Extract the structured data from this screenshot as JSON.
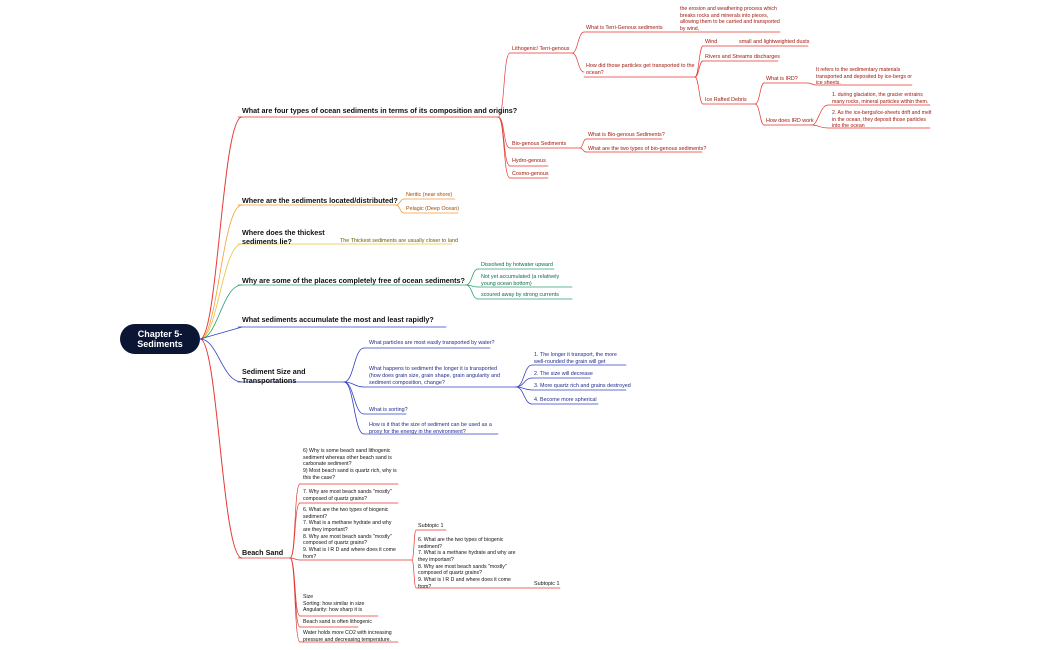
{
  "root": "Chapter 5-\nSediments",
  "colors": {
    "red": "#e53935",
    "orange": "#f29b38",
    "yellow": "#e8c53a",
    "green": "#2ca36f",
    "blue": "#3342c2",
    "root": "#0a1633"
  },
  "b1": {
    "title": "What are four types of ocean sediments in terms of its composition and origins?",
    "lith": "Lithogenic/ Terri-genous",
    "q_terri": "What is Terri-Genous sediments",
    "a_terri": "the erosion and weathering process which breaks rocks and minerals into pieces, allowing them to be carried and transported by wind,",
    "q_transport": "How did those particles get transported to the ocean?",
    "wind": "Wind",
    "wind_detail": "small and lightweighted dusts",
    "rivers": "Rivers and Streams discharges",
    "ice": "Ice Rafted Debris",
    "q_ird": "What is IRD?",
    "a_ird": "It refers to the sedimentary materials transported and deposited by ice-bergs or ice sheets.",
    "q_ird_work": "How does IRD work",
    "ird1": "1. during glaciation, the gracier entrains many rocks, mineral particles within them.",
    "ird2": "2. As the ice-bergs/ice-sheets drift and melt in the ocean, they deposit those particles into the ocean",
    "bio": "Bio-genous Sediments",
    "q_bio": "What is Bio-genous Sediments?",
    "q_bio_types": "What are the two types of bio-genous sediments?",
    "hydro": "Hydro-genous",
    "cosmo": "Cosmo-genous"
  },
  "b2": {
    "title": "Where are the sediments located/distributed?",
    "neritic": "Neritic (near shore)",
    "pelagic": "Pelagic (Deep Ocean)"
  },
  "b3": {
    "title": "Where does the thickest\nsediments lie?",
    "answer": "The Thickest sediments are usually closer to land"
  },
  "b4": {
    "title": "Why are some of the places completely free of ocean sediments?",
    "a1": "Dissolved by hotwater upward",
    "a2": "Not yet accumulated (a relatively young ocean bottom)",
    "a3": "scoured away by strong currents"
  },
  "b5": {
    "title": "What sediments accumulate the most and least rapidly?"
  },
  "b6": {
    "title": "Sediment Size and\nTransportations",
    "q1": "What particles are most easily transported by water?",
    "q2": "What happens to sediment the longer it is transported (how does grain size, grain shape, grain angularity and sediment composition, change?",
    "a1": "1. The longer it transport, the more well-rounded the grain will get",
    "a2": "2. The size will decrease",
    "a3": "3. More quartz rich and grains destroyed",
    "a4": "4. Become more spherical",
    "q3": "What is sorting?",
    "q4": "How is it that the size of sediment can be used as a proxy for the energy in the environment?"
  },
  "b7": {
    "title": "Beach Sand",
    "n1": "6)     Why is some beach sand lithogenic sediment whereas other beach sand is carbonate sediment?\n9)     Most beach sand is quartz rich, why is this the case?",
    "n2": "7.     Why are most beach sands \"mostly\" composed of quartz grains?",
    "n3": "6.     What are the two types of biogenic sediment?\n7.     What is a methane hydrate and why are they important?\n8.     Why are most beach sands \"mostly\" composed of quartz grains?\n9.     What is I R D and where does it come from?",
    "subtopic_a": "Subtopic 1",
    "n4": "6.     What are the two types of biogenic sediment?\n7.     What is a methane hydrate and why are they important?\n8.     Why are most beach sands \"mostly\" composed of quartz grains?\n9.     What is I R D and where does it come from?",
    "subtopic_b": "Subtopic 1",
    "n5": "Size\nSorting: how similar in size\nAngularity: how sharp it is",
    "n6": "Beach sand is often lithogenic",
    "n7": "Water holds more CO2 with increasing pressure and decreasing temperature."
  }
}
